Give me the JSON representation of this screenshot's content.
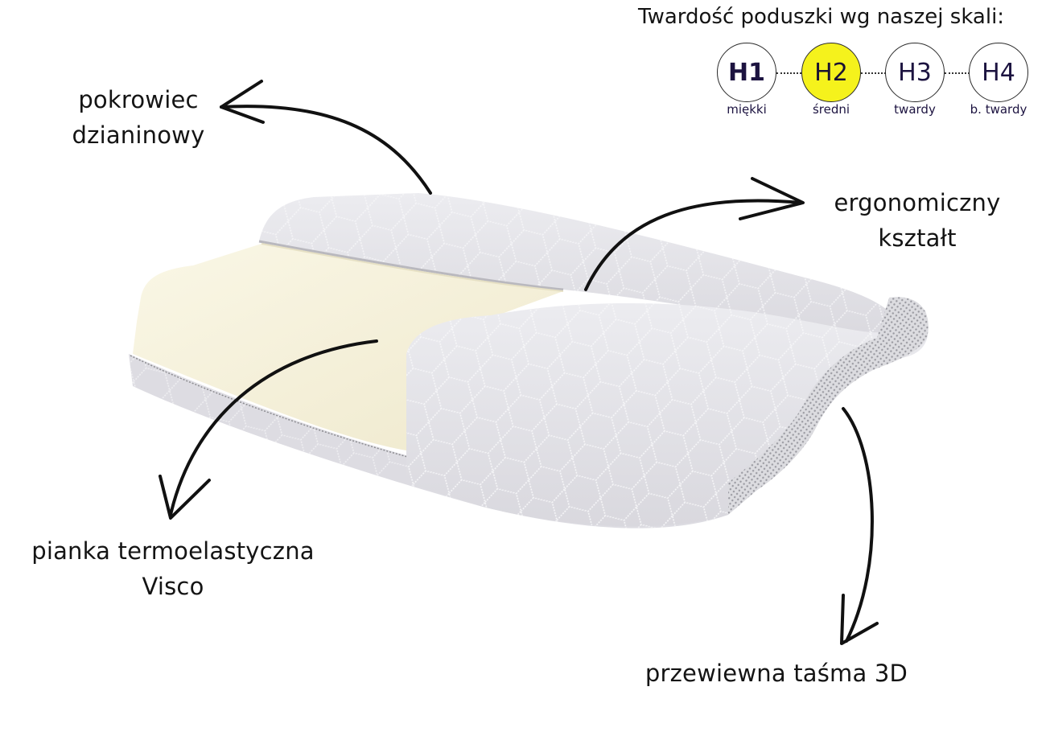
{
  "firmness_scale": {
    "title": "Twardość poduszki wg naszej skali:",
    "levels": [
      {
        "code": "H1",
        "label": "miękki",
        "active": false
      },
      {
        "code": "H2",
        "label": "średni",
        "active": true
      },
      {
        "code": "H3",
        "label": "twardy",
        "active": false
      },
      {
        "code": "H4",
        "label": "b. twardy",
        "active": false
      }
    ],
    "active_color": "#f5f21c"
  },
  "annotations": {
    "cover": {
      "line1": "pokrowiec",
      "line2": "dzianinowy"
    },
    "shape": {
      "line1": "ergonomiczny",
      "line2": "kształt"
    },
    "foam": {
      "line1": "pianka termoelastyczna",
      "line2": "Visco"
    },
    "mesh": {
      "line1": "przewiewna taśma 3D"
    }
  },
  "product": {
    "name": "ergonomic-pillow",
    "cover_color": "#e4e3e8",
    "foam_color": "#f6f2dc"
  }
}
